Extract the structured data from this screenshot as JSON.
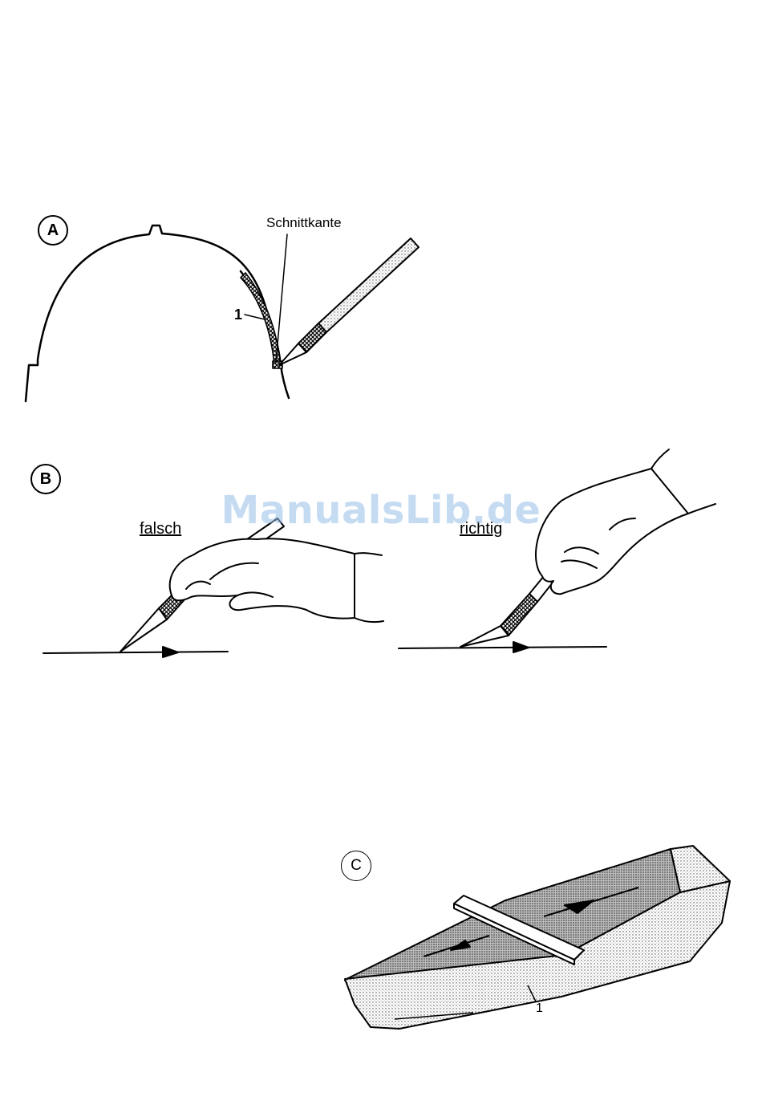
{
  "figures": {
    "a": {
      "letter": "A",
      "cut_label": "Schnittkante",
      "part_number": "1"
    },
    "b": {
      "letter": "B",
      "wrong_label": "falsch",
      "right_label": "richtig"
    },
    "c": {
      "letter": "C",
      "part_number": "1"
    }
  },
  "watermark": "ManualsLib.de",
  "colors": {
    "ink": "#000000",
    "watermark": "#96bee8"
  }
}
